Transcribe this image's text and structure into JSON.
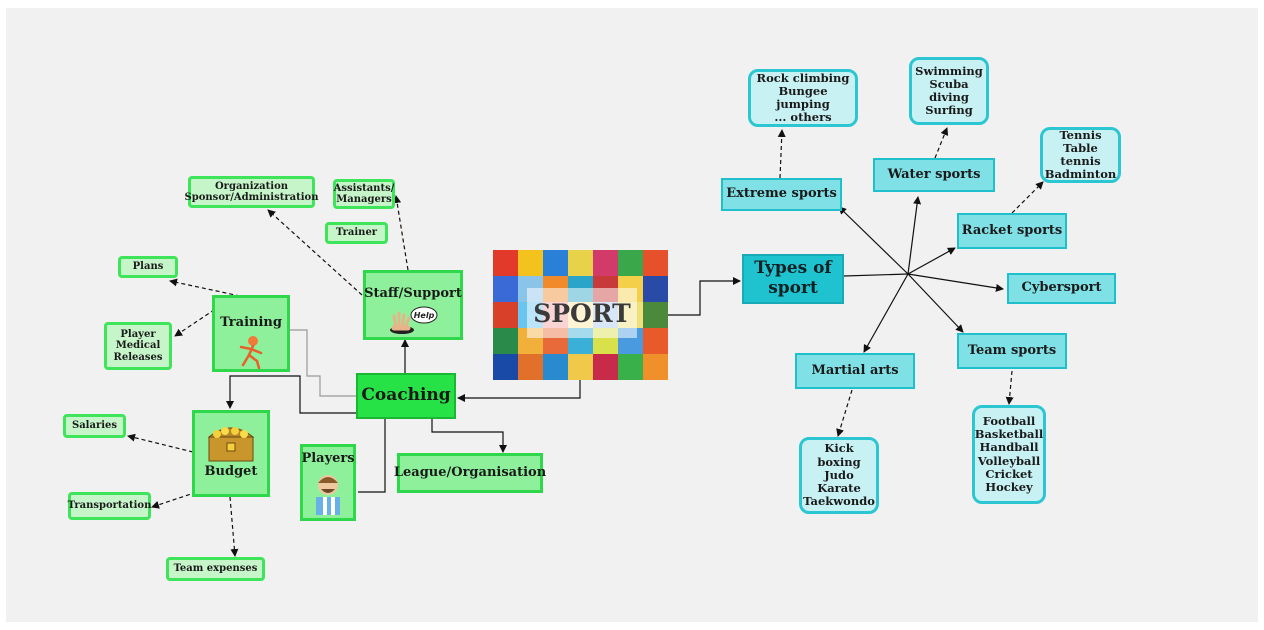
{
  "center": {
    "label": "SPORT"
  },
  "left": {
    "coaching": "Coaching",
    "staff_support": "Staff/Support",
    "staff_badge": "Help",
    "organization": [
      "Organization",
      "Sponsor/Administration"
    ],
    "assistants": [
      "Assistants/",
      "Managers"
    ],
    "trainer": "Trainer",
    "training": "Training",
    "plans": "Plans",
    "player_medical": [
      "Player",
      "Medical",
      "Releases"
    ],
    "budget": "Budget",
    "salaries": "Salaries",
    "transportation": "Transportation",
    "team_expenses": "Team expenses",
    "players": "Players",
    "league": "League/Organisation"
  },
  "right": {
    "types": [
      "Types of",
      "sport"
    ],
    "extreme": "Extreme sports",
    "extreme_list": [
      "Rock climbing",
      "Bungee jumping",
      "... others"
    ],
    "water": "Water sports",
    "water_list": [
      "Swimming",
      "Scuba diving",
      "Surfing"
    ],
    "racket": "Racket sports",
    "racket_list": [
      "Tennis",
      "Table tennis",
      "Badminton"
    ],
    "cyber": "Cybersport",
    "team": "Team sports",
    "team_list": [
      "Football",
      "Basketball",
      "Handball",
      "Volleyball",
      "Cricket",
      "Hockey"
    ],
    "martial": "Martial arts",
    "martial_list": [
      "Kick boxing",
      "Judo",
      "Karate",
      "Taekwondo"
    ]
  },
  "colors": {
    "green_light": "#c6f5c9",
    "green_border": "#3ee55a",
    "green_main": "#27e246",
    "cyan_light": "#c8f1f4",
    "cyan_border": "#2cc6d2",
    "cyan_main": "#1fc3d0"
  }
}
